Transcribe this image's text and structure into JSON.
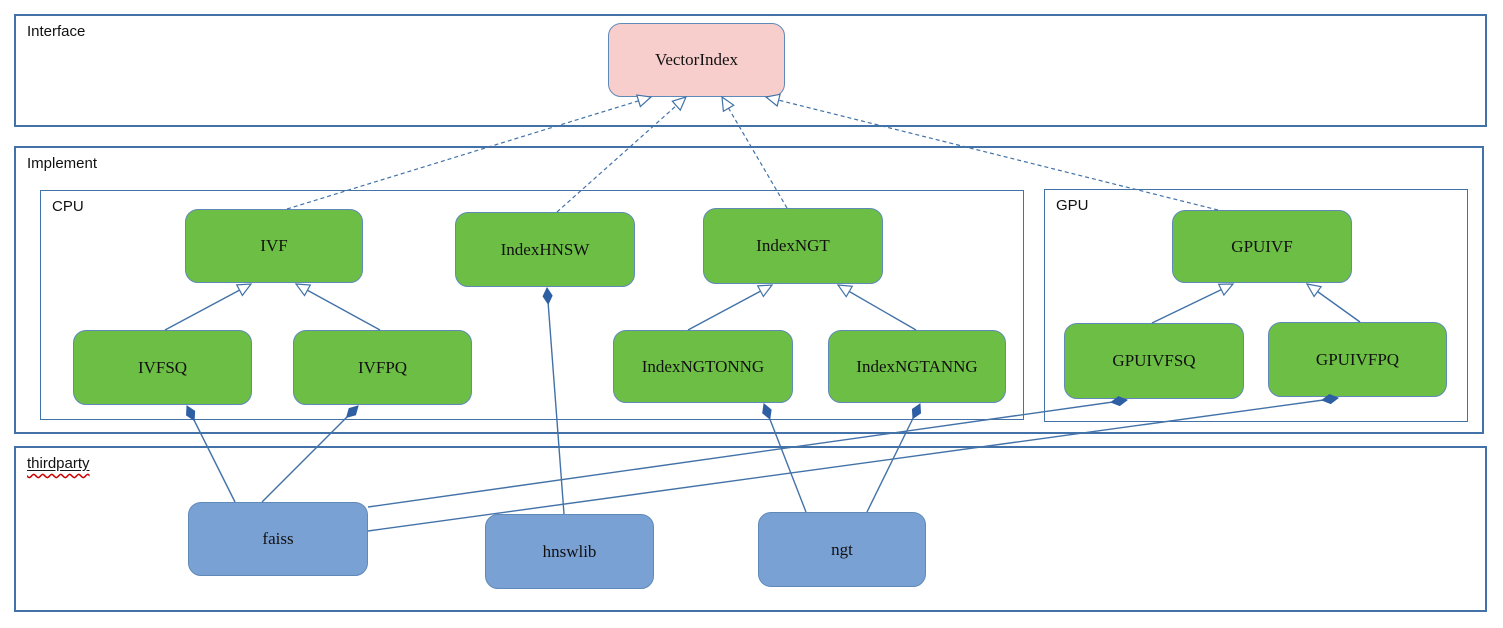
{
  "containers": {
    "interface": {
      "label": "Interface"
    },
    "implement": {
      "label": "Implement"
    },
    "cpu": {
      "label": "CPU"
    },
    "gpu": {
      "label": "GPU"
    },
    "thirdparty": {
      "label": "thirdparty"
    }
  },
  "nodes": {
    "vectorindex": {
      "label": "VectorIndex",
      "kind": "interface"
    },
    "ivf": {
      "label": "IVF",
      "kind": "implementation"
    },
    "indexhnsw": {
      "label": "IndexHNSW",
      "kind": "implementation"
    },
    "indexngt": {
      "label": "IndexNGT",
      "kind": "implementation"
    },
    "gpuivf": {
      "label": "GPUIVF",
      "kind": "implementation"
    },
    "ivfsq": {
      "label": "IVFSQ",
      "kind": "implementation"
    },
    "ivfpq": {
      "label": "IVFPQ",
      "kind": "implementation"
    },
    "indexngtonng": {
      "label": "IndexNGTONNG",
      "kind": "implementation"
    },
    "indexngtanng": {
      "label": "IndexNGTANNG",
      "kind": "implementation"
    },
    "gpuivfsq": {
      "label": "GPUIVFSQ",
      "kind": "implementation"
    },
    "gpuivfpq": {
      "label": "GPUIVFPQ",
      "kind": "implementation"
    },
    "faiss": {
      "label": "faiss",
      "kind": "thirdparty"
    },
    "hnswlib": {
      "label": "hnswlib",
      "kind": "thirdparty"
    },
    "ngt": {
      "label": "ngt",
      "kind": "thirdparty"
    }
  },
  "edges": [
    {
      "from": "ivf",
      "to": "vectorindex",
      "relation": "realization",
      "points": [
        287,
        209,
        651,
        97
      ]
    },
    {
      "from": "indexhnsw",
      "to": "vectorindex",
      "relation": "realization",
      "points": [
        557,
        212,
        686,
        97
      ]
    },
    {
      "from": "indexngt",
      "to": "vectorindex",
      "relation": "realization",
      "points": [
        787,
        208,
        722,
        97
      ]
    },
    {
      "from": "gpuivf",
      "to": "vectorindex",
      "relation": "realization",
      "points": [
        1218,
        210,
        766,
        97
      ]
    },
    {
      "from": "ivfsq",
      "to": "ivf",
      "relation": "generalization",
      "points": [
        165,
        330,
        251,
        284
      ]
    },
    {
      "from": "ivfpq",
      "to": "ivf",
      "relation": "generalization",
      "points": [
        380,
        330,
        296,
        284
      ]
    },
    {
      "from": "indexngtonng",
      "to": "indexngt",
      "relation": "generalization",
      "points": [
        688,
        330,
        772,
        285
      ]
    },
    {
      "from": "indexngtanng",
      "to": "indexngt",
      "relation": "generalization",
      "points": [
        916,
        330,
        838,
        285
      ]
    },
    {
      "from": "gpuivfsq",
      "to": "gpuivf",
      "relation": "generalization",
      "points": [
        1152,
        323,
        1233,
        284
      ]
    },
    {
      "from": "gpuivfpq",
      "to": "gpuivf",
      "relation": "generalization",
      "points": [
        1360,
        322,
        1307,
        284
      ]
    },
    {
      "from": "faiss",
      "to": "ivfsq",
      "relation": "composition",
      "points": [
        235,
        502,
        187,
        406
      ]
    },
    {
      "from": "faiss",
      "to": "ivfpq",
      "relation": "composition",
      "points": [
        262,
        502,
        358,
        406
      ]
    },
    {
      "from": "hnswlib",
      "to": "indexhnsw",
      "relation": "composition",
      "points": [
        564,
        514,
        547,
        288
      ]
    },
    {
      "from": "ngt",
      "to": "indexngtonng",
      "relation": "composition",
      "points": [
        806,
        512,
        764,
        404
      ]
    },
    {
      "from": "ngt",
      "to": "indexngtanng",
      "relation": "composition",
      "points": [
        867,
        512,
        920,
        404
      ]
    },
    {
      "from": "faiss",
      "to": "gpuivfsq",
      "relation": "composition",
      "points": [
        368,
        507,
        1127,
        400
      ]
    },
    {
      "from": "faiss",
      "to": "gpuivfpq",
      "relation": "composition",
      "points": [
        368,
        531,
        1338,
        398
      ]
    }
  ],
  "colors": {
    "container_border": "#4272a8",
    "edge_line": "#4272a8",
    "interface_fill": "#f8cecc",
    "implementation_fill": "#6cbe45",
    "thirdparty_fill": "#7aa1d4",
    "node_border": "#5f8ab8",
    "composition_diamond": "#2e5fa3",
    "spellcheck_squiggle": "#cc0000"
  }
}
